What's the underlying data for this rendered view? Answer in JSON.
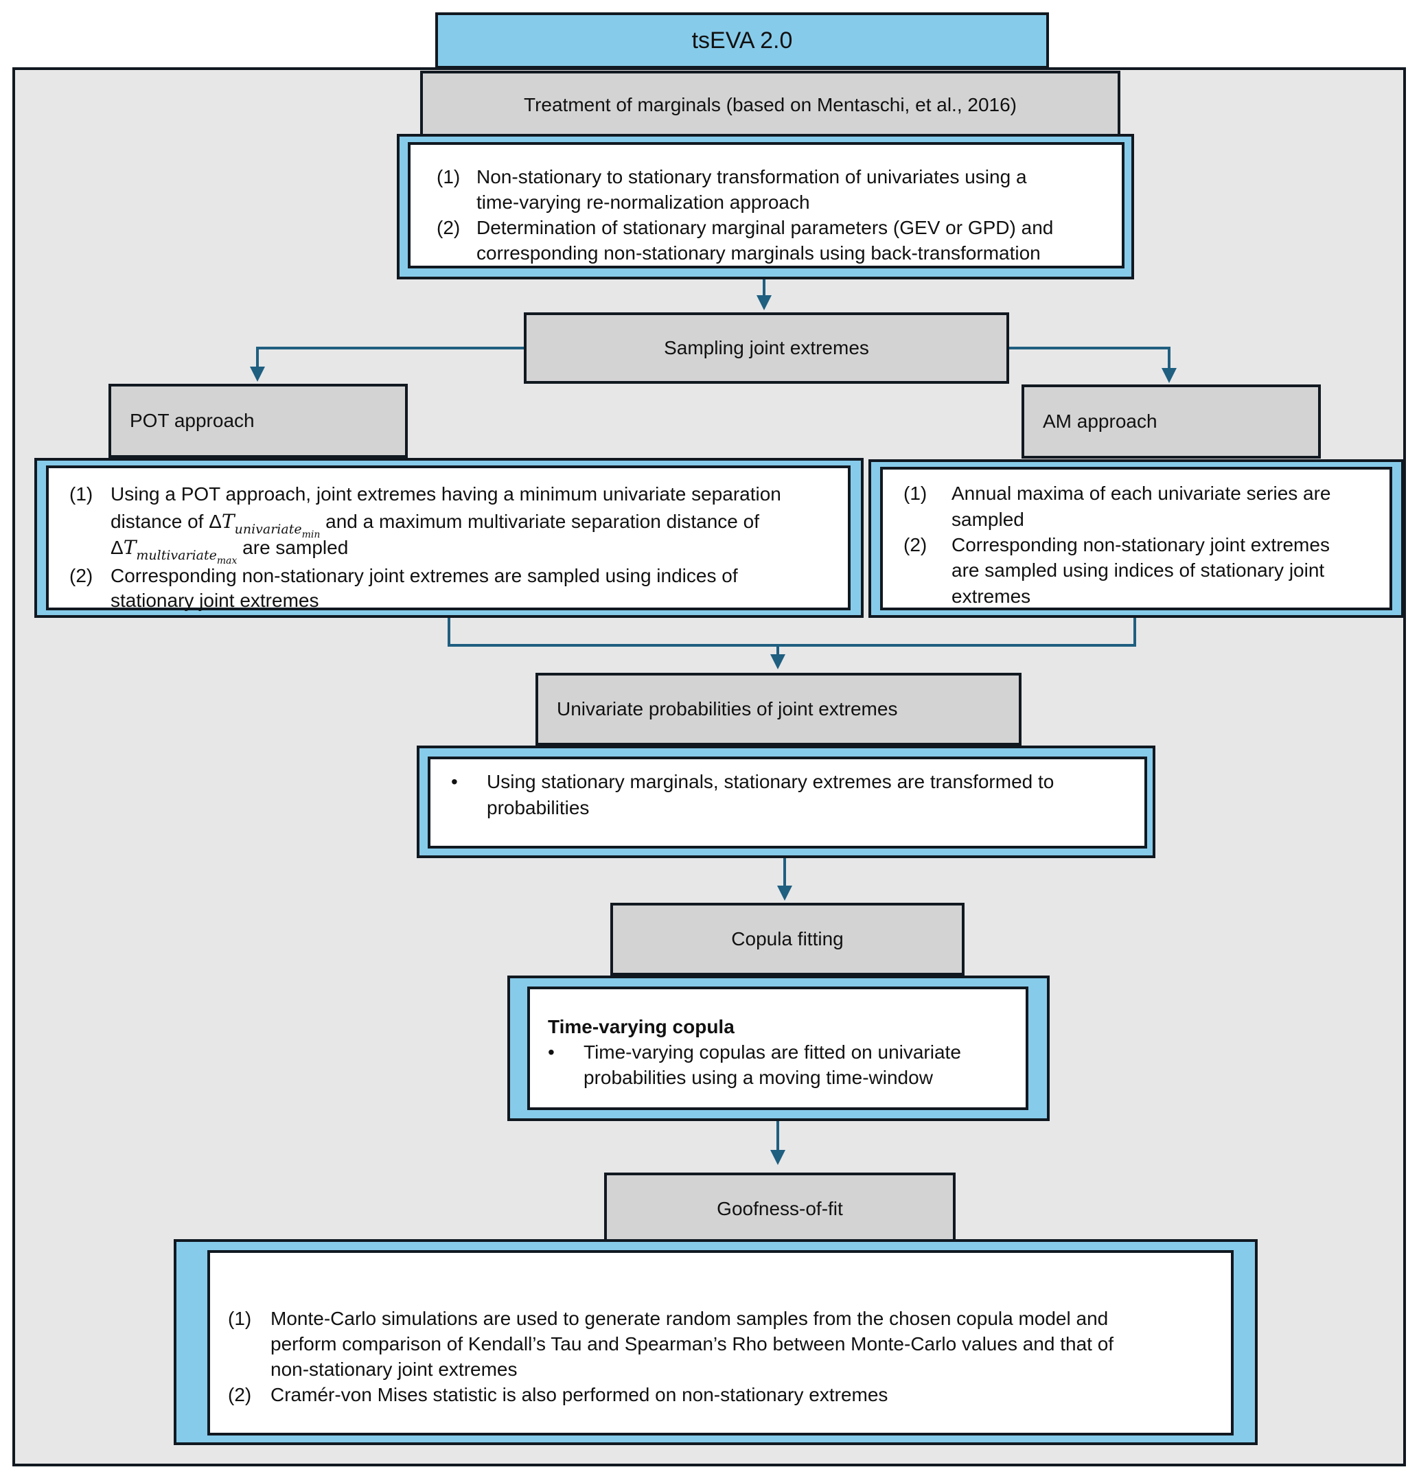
{
  "title": "tsEVA 2.0",
  "marginals": {
    "heading": "Treatment of marginals (based on Mentaschi, et al., 2016)",
    "items": [
      {
        "num": "(1)",
        "lines": [
          "Non-stationary to stationary transformation of univariates using a",
          "time-varying re-normalization approach"
        ]
      },
      {
        "num": "(2)",
        "lines": [
          "Determination of stationary marginal parameters (GEV or GPD) and",
          "corresponding non-stationary marginals using back-transformation"
        ]
      }
    ]
  },
  "sampling": {
    "heading": "Sampling joint extremes"
  },
  "pot": {
    "heading": "POT approach",
    "item1_num": "(1)",
    "item1_line1": "Using a POT approach, joint extremes  having a minimum univariate separation",
    "item1_line2_pre": "distance of ",
    "delta": "Δ",
    "T": "T",
    "uni_sub": "univariate",
    "min_sub": "min",
    "item1_line2_post": " and a maximum multivariate separation distance of",
    "multi_sub": "multivariate",
    "max_sub": "max",
    "item1_line3_post": " are sampled",
    "item2_num": "(2)",
    "item2_lines": [
      "Corresponding non-stationary joint extremes are sampled using indices of",
      "stationary joint extremes"
    ]
  },
  "am": {
    "heading": "AM approach",
    "items": [
      {
        "num": "(1)",
        "lines": [
          "Annual maxima of each univariate series are",
          "sampled"
        ]
      },
      {
        "num": "(2)",
        "lines": [
          "Corresponding non-stationary joint extremes",
          "are sampled using indices of stationary joint",
          "extremes"
        ]
      }
    ]
  },
  "univariate": {
    "heading": "Univariate probabilities of joint extremes",
    "bullet": "•",
    "lines": [
      "Using stationary marginals, stationary extremes are transformed to",
      "probabilities"
    ]
  },
  "copula": {
    "heading": "Copula fitting",
    "subheading": "Time-varying copula",
    "bullet": "•",
    "lines": [
      "Time-varying copulas are fitted on univariate",
      "probabilities using a moving time-window"
    ]
  },
  "gof": {
    "heading": "Goofness-of-fit",
    "items": [
      {
        "num": "(1)",
        "lines": [
          "Monte-Carlo simulations are used to generate random samples from the chosen copula model and",
          "perform comparison of Kendall’s Tau and Spearman’s Rho between Monte-Carlo values and that of",
          "non-stationary joint extremes"
        ]
      },
      {
        "num": "(2)",
        "lines": [
          "Cramér-von Mises statistic  is also performed on non-stationary extremes"
        ]
      }
    ]
  },
  "colors": {
    "accent_blue": "#87cbea",
    "connector": "#1f5f80",
    "panel": "#e7e7e8",
    "heading_fill": "#d3d3d4",
    "border": "#111820"
  }
}
